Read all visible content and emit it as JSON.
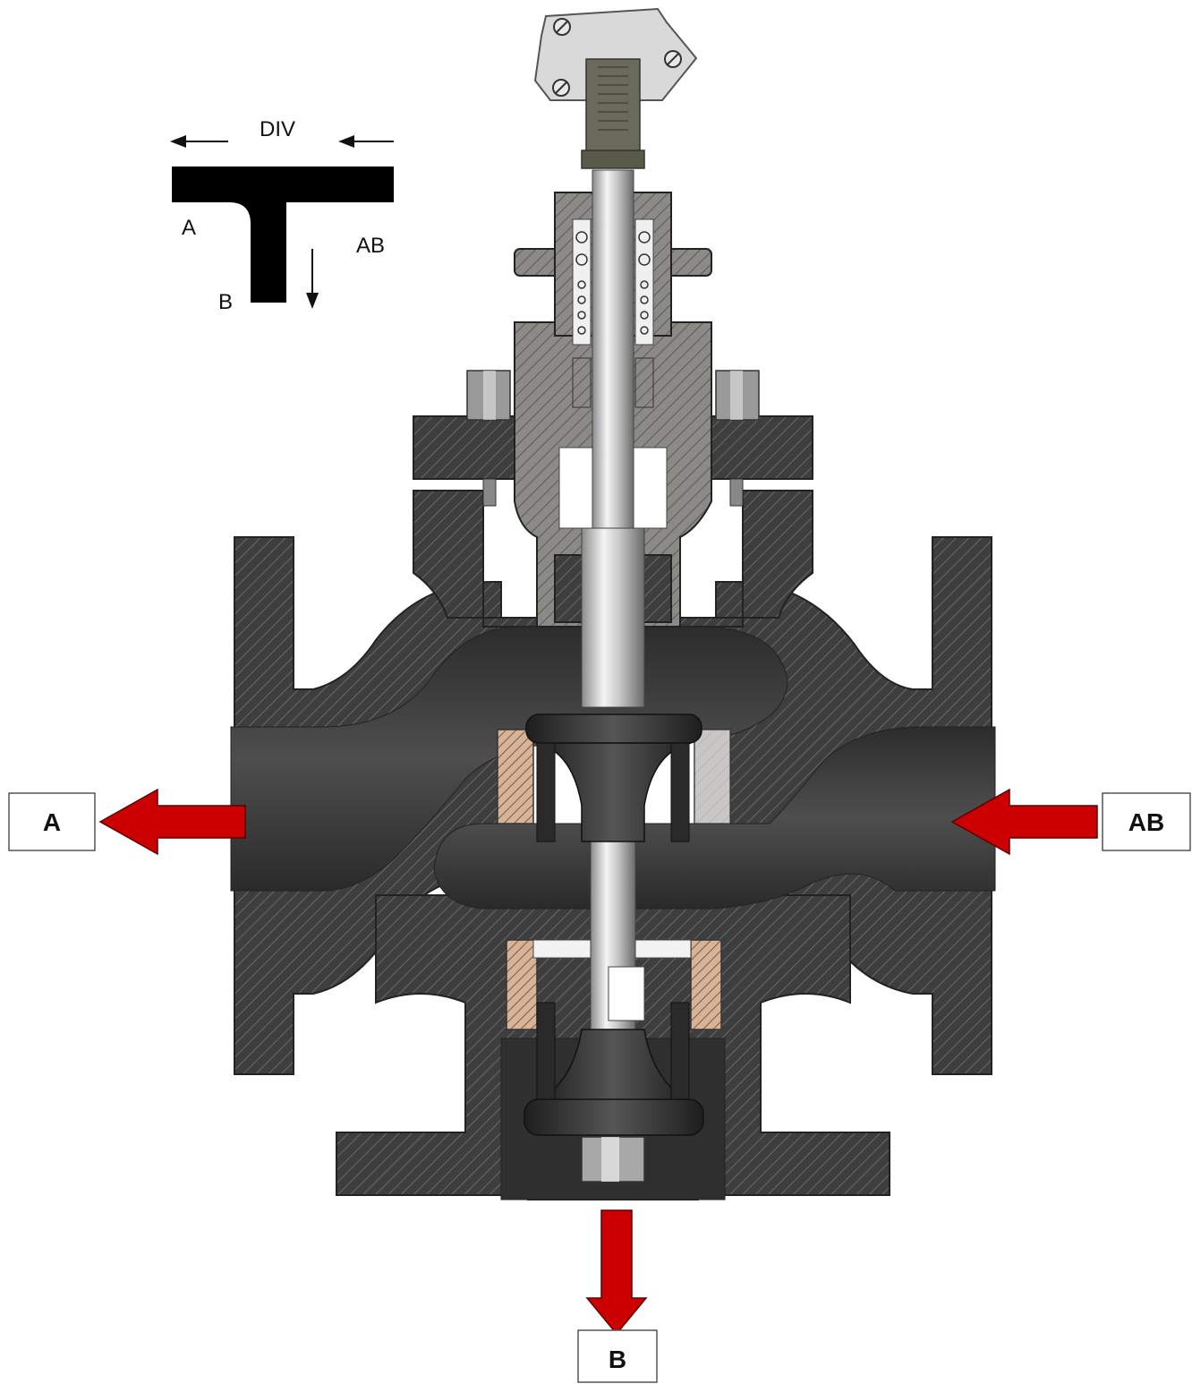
{
  "schematic": {
    "mode_label": "DIV",
    "port_a": "A",
    "port_ab": "AB",
    "port_b": "B"
  },
  "ports": {
    "a_label": "A",
    "ab_label": "AB",
    "b_label": "B"
  },
  "colors": {
    "flow_arrow": "#cc0000",
    "body_dark": "#3a3a3a",
    "hatch": "#8a8a8a",
    "stem": "#d8d8d8",
    "brass": "#c9a07a"
  }
}
